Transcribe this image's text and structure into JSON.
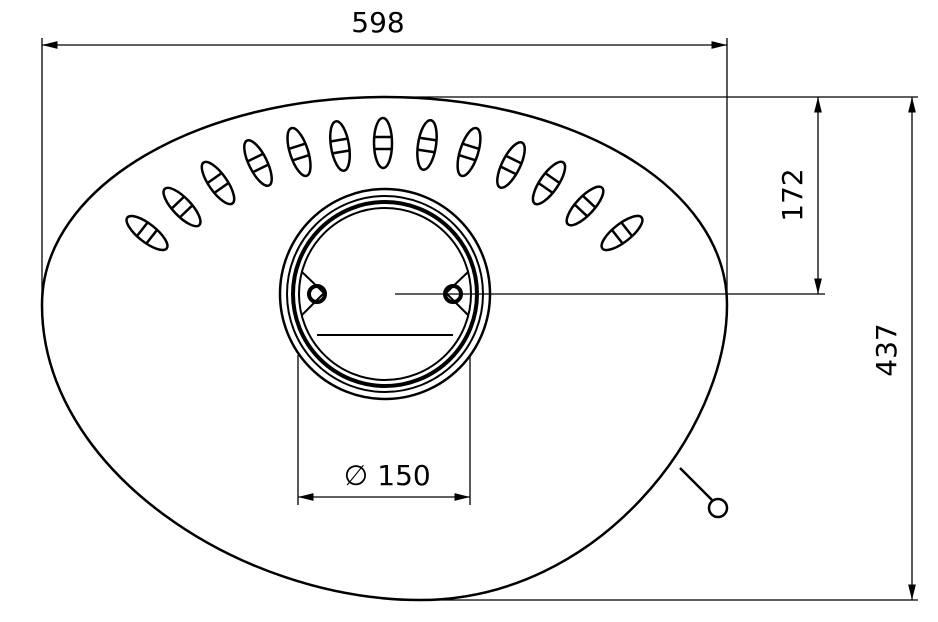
{
  "dimensions": {
    "width": "598",
    "height": "437",
    "flue_offset": "172",
    "flue_diameter": "150",
    "diameter_symbol": "∅"
  },
  "colors": {
    "line": "#000000",
    "background": "#ffffff"
  }
}
